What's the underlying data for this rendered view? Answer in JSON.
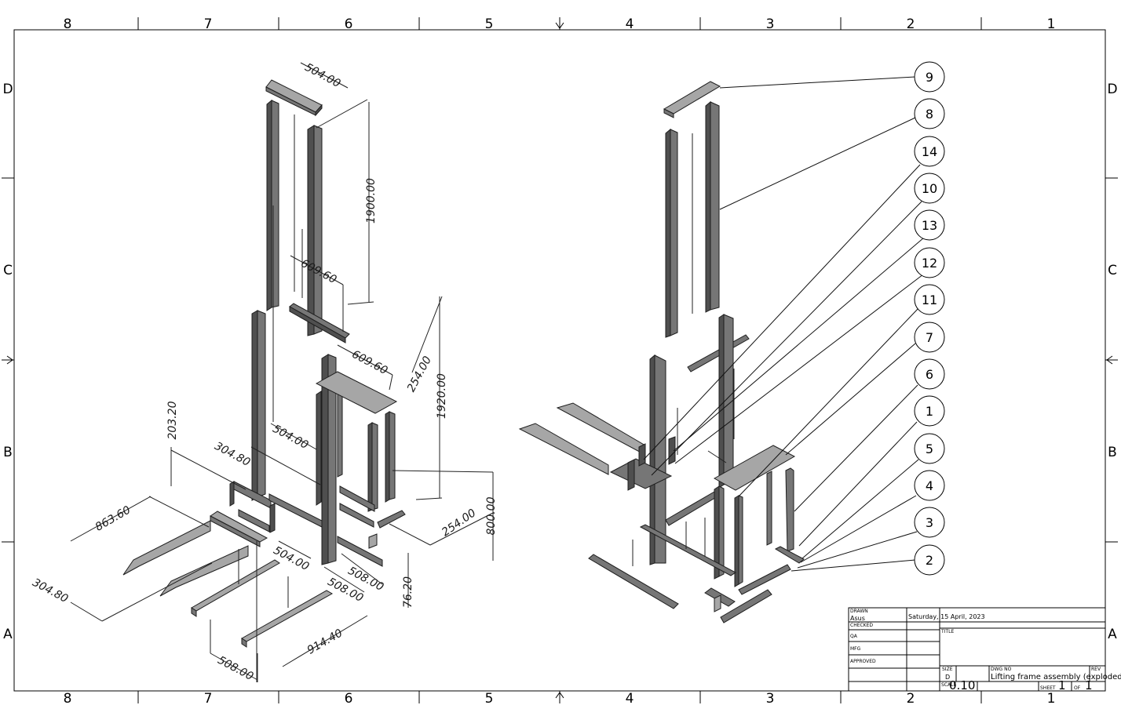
{
  "sheet": {
    "col_zones": [
      "8",
      "7",
      "6",
      "5",
      "4",
      "3",
      "2",
      "1"
    ],
    "row_zones": [
      "D",
      "C",
      "B",
      "A"
    ]
  },
  "dimensions": [
    "504.00",
    "1900.00",
    "609.60",
    "609.60",
    "254.00",
    "1920.00",
    "203.20",
    "504.00",
    "304.80",
    "863.60",
    "304.80",
    "504.00",
    "254.00",
    "800.00",
    "508.00",
    "508.00",
    "76.20",
    "508.00",
    "914.40"
  ],
  "balloons": [
    "9",
    "8",
    "14",
    "10",
    "13",
    "12",
    "11",
    "7",
    "6",
    "1",
    "5",
    "4",
    "3",
    "2"
  ],
  "title_block": {
    "drawn_label": "DRAWN",
    "drawn_by": "Asus",
    "drawn_date": "Saturday, 15 April, 2023",
    "checked_label": "CHECKED",
    "qa_label": "QA",
    "mfg_label": "MFG",
    "approved_label": "APPROVED",
    "title_label": "TITLE",
    "size_label": "SIZE",
    "size": "D",
    "dwg_no_label": "DWG NO",
    "dwg_no": "Lifting frame assembly (exploded)",
    "rev_label": "REV",
    "scale_label": "SCALE",
    "scale": "0.10",
    "sheet_label": "SHEET",
    "sheet": "1",
    "of_label": "OF",
    "of": "1"
  }
}
